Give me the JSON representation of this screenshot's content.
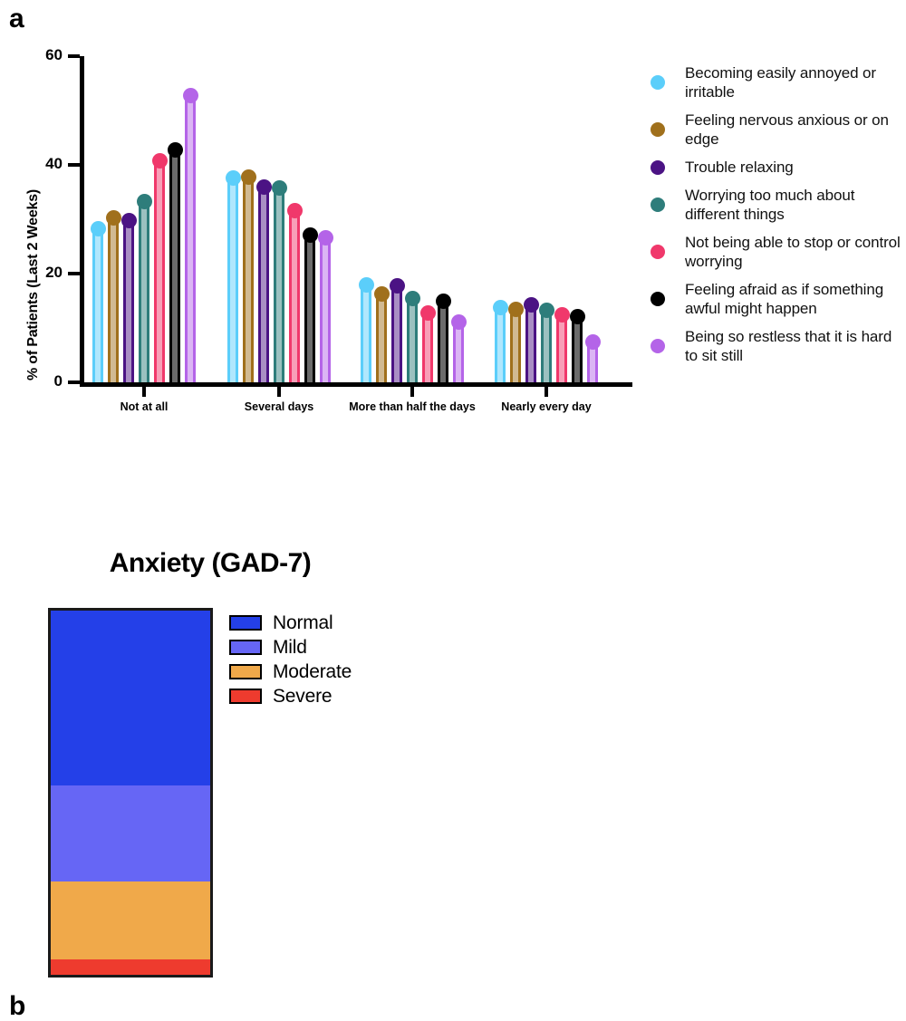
{
  "panel_a": {
    "letter": "a",
    "ylabel": "% of Patients (Last 2 Weeks)",
    "yticks": [
      "0",
      "20",
      "40",
      "60"
    ],
    "categories": [
      "Not at all",
      "Several days",
      "More than half the days",
      "Nearly every day"
    ],
    "legend": [
      {
        "label": "Becoming easily annoyed or irritable",
        "color": "#5BCEFA"
      },
      {
        "label": "Feeling nervous anxious or on edge",
        "color": "#A0701C"
      },
      {
        "label": "Trouble relaxing",
        "color": "#4B1384"
      },
      {
        "label": "Worrying too much about different things",
        "color": "#2E7D7B"
      },
      {
        "label": "Not being able to stop or control worrying",
        "color": "#F0386B"
      },
      {
        "label": "Feeling afraid as if something awful might happen",
        "color": "#000000"
      },
      {
        "label": "Being so restless that it is hard to sit still",
        "color": "#B464E8"
      }
    ]
  },
  "panel_b": {
    "letter": "b",
    "title": "Anxiety (GAD-7)",
    "legend": [
      {
        "label": "Normal",
        "color": "#2440E8"
      },
      {
        "label": "Mild",
        "color": "#6666F5"
      },
      {
        "label": "Moderate",
        "color": "#F0A94A"
      },
      {
        "label": "Severe",
        "color": "#EE3B2E"
      }
    ]
  },
  "chart_data": [
    {
      "type": "bar",
      "title": "",
      "xlabel": "",
      "ylabel": "% of Patients (Last 2 Weeks)",
      "ylim": [
        0,
        60
      ],
      "yticks": [
        0,
        20,
        40,
        60
      ],
      "grid": false,
      "legend_position": "right",
      "categories": [
        "Not at all",
        "Several days",
        "More than half the days",
        "Nearly every day"
      ],
      "series": [
        {
          "name": "Becoming easily annoyed or irritable",
          "color": "#5BCEFA",
          "values": [
            29.0,
            38.3,
            18.7,
            14.5
          ]
        },
        {
          "name": "Feeling nervous anxious or on edge",
          "color": "#A0701C",
          "values": [
            31.0,
            38.5,
            17.0,
            14.2
          ]
        },
        {
          "name": "Trouble relaxing",
          "color": "#4B1384",
          "values": [
            30.5,
            36.7,
            18.5,
            15.0
          ]
        },
        {
          "name": "Worrying too much about different things",
          "color": "#2E7D7B",
          "values": [
            34.0,
            36.5,
            16.2,
            14.0
          ]
        },
        {
          "name": "Not being able to stop or control worrying",
          "color": "#F0386B",
          "values": [
            41.5,
            32.3,
            13.5,
            13.2
          ]
        },
        {
          "name": "Feeling afraid as if something awful might happen",
          "color": "#000000",
          "values": [
            43.5,
            27.8,
            15.7,
            12.8
          ]
        },
        {
          "name": "Being so restless that it is hard to sit still",
          "color": "#B464E8",
          "values": [
            53.5,
            27.3,
            11.8,
            8.2
          ]
        }
      ]
    },
    {
      "type": "bar",
      "title": "Anxiety (GAD-7)",
      "stacked": true,
      "orientation": "vertical",
      "xlabel": "",
      "ylabel": "",
      "ylim": [
        0,
        100
      ],
      "grid": false,
      "legend_position": "right",
      "categories": [
        "Anxiety (GAD-7)"
      ],
      "series": [
        {
          "name": "Normal",
          "color": "#2440E8",
          "values": [
            48.0
          ]
        },
        {
          "name": "Mild",
          "color": "#6666F5",
          "values": [
            26.5
          ]
        },
        {
          "name": "Moderate",
          "color": "#F0A94A",
          "values": [
            21.3
          ]
        },
        {
          "name": "Severe",
          "color": "#EE3B2E",
          "values": [
            4.2
          ]
        }
      ]
    }
  ]
}
